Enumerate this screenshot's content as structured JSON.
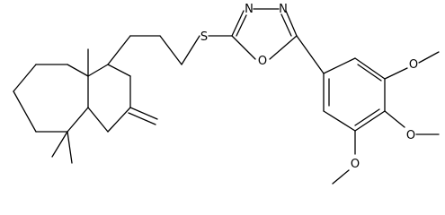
{
  "molecule": {
    "atom_labels": {
      "sulfur": "S",
      "ring_oxygen": "O",
      "ring_n_left": "N",
      "ring_n_right": "N",
      "methoxy_top_o": "O",
      "methoxy_mid_o": "O",
      "methoxy_bottom_o": "O"
    }
  }
}
